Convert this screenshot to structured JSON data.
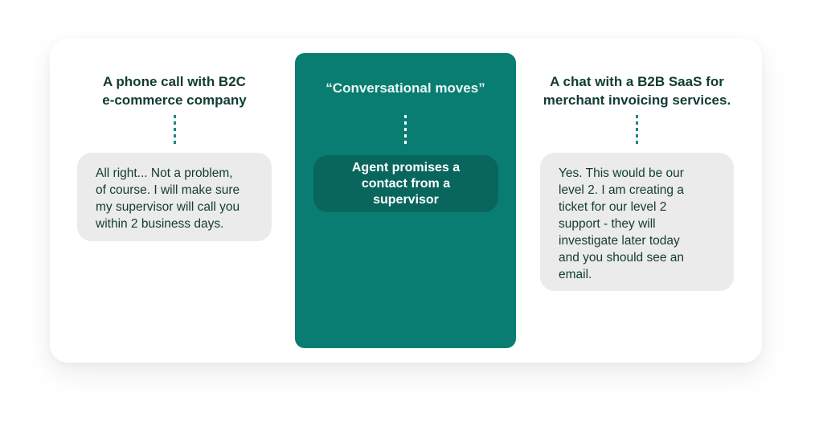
{
  "colors": {
    "accent_teal": "#0a7d72",
    "pill_teal": "#08665d",
    "heading_text": "#123b34",
    "bubble_bg": "#ebebeb",
    "dot_connector": "#1a8a7e"
  },
  "left": {
    "heading_line1": "A phone call with B2C",
    "heading_line2": "e-commerce company",
    "bubble_lines": [
      "All right... Not a problem,",
      "of course. I will make sure",
      "my supervisor will call you",
      "within 2 business days."
    ]
  },
  "center": {
    "title": "“Conversational moves”",
    "pill_text": "Agent promises a contact from a supervisor"
  },
  "right": {
    "heading_line1": "A chat with a B2B SaaS for",
    "heading_line2": "merchant invoicing services.",
    "bubble_lines": [
      "Yes. This would be our",
      "level 2. I am creating a",
      "ticket for our level 2",
      "support - they will",
      "investigate later today",
      "and you should see an",
      "email."
    ]
  }
}
